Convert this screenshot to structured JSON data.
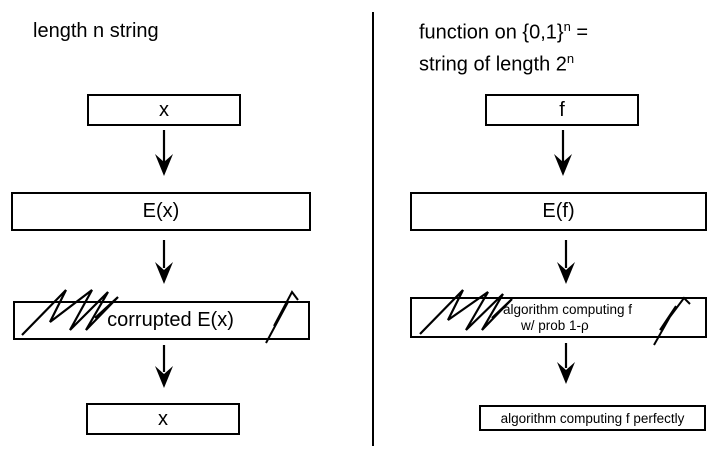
{
  "left": {
    "heading": "length n string",
    "input_box": "x",
    "encoded_box": "E(x)",
    "corrupted_box": "corrupted E(x)",
    "output_box": "x"
  },
  "right": {
    "heading_line1": "function on {0,1}",
    "heading_sup1": "n",
    "heading_eq": " =",
    "heading_line2": "string of length 2",
    "heading_sup2": "n",
    "input_box": "f",
    "encoded_box": "E(f)",
    "corrupted_line1": "algorithm computing f",
    "corrupted_line2": "w/ prob 1-ρ",
    "output_box": "algorithm computing f perfectly"
  }
}
